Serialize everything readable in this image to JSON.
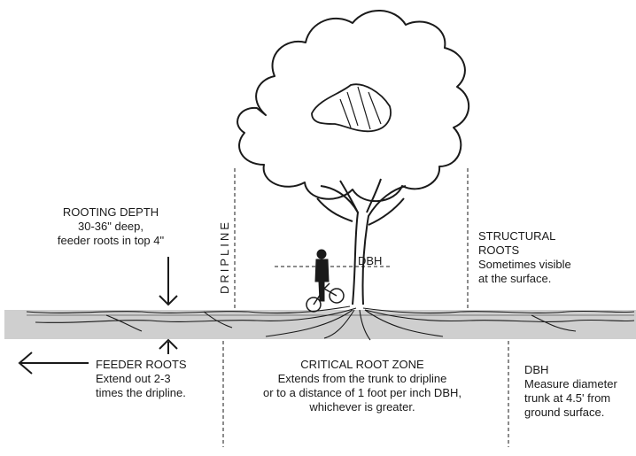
{
  "labels": {
    "rooting_depth": {
      "title": "ROOTING DEPTH",
      "line1": "30-36\" deep,",
      "line2": "feeder roots in top 4\""
    },
    "dripline": "DRIPLINE",
    "dbh_marker": "DBH",
    "structural_roots": {
      "title1": "STRUCTURAL",
      "title2": "ROOTS",
      "line1": "Sometimes visible",
      "line2": "at the surface."
    },
    "feeder_roots": {
      "title": "FEEDER ROOTS",
      "line1": "Extend out 2-3",
      "line2": "times the dripline."
    },
    "critical_root_zone": {
      "title": "CRITICAL ROOT ZONE",
      "line1": "Extends from the trunk to dripline",
      "line2": "or to a distance of 1 foot per inch DBH,",
      "line3": "whichever is greater."
    },
    "dbh": {
      "title": "DBH",
      "line1": "Measure diameter",
      "line2": "trunk at 4.5' from",
      "line3": "ground surface."
    }
  },
  "colors": {
    "ink": "#1a1a1a",
    "ground": "#cfcfcf",
    "background": "#ffffff"
  },
  "icons": [
    "tree-canopy-icon",
    "person-with-bicycle-icon",
    "left-arrow-icon",
    "down-arrow-icon",
    "up-arrow-icon"
  ]
}
